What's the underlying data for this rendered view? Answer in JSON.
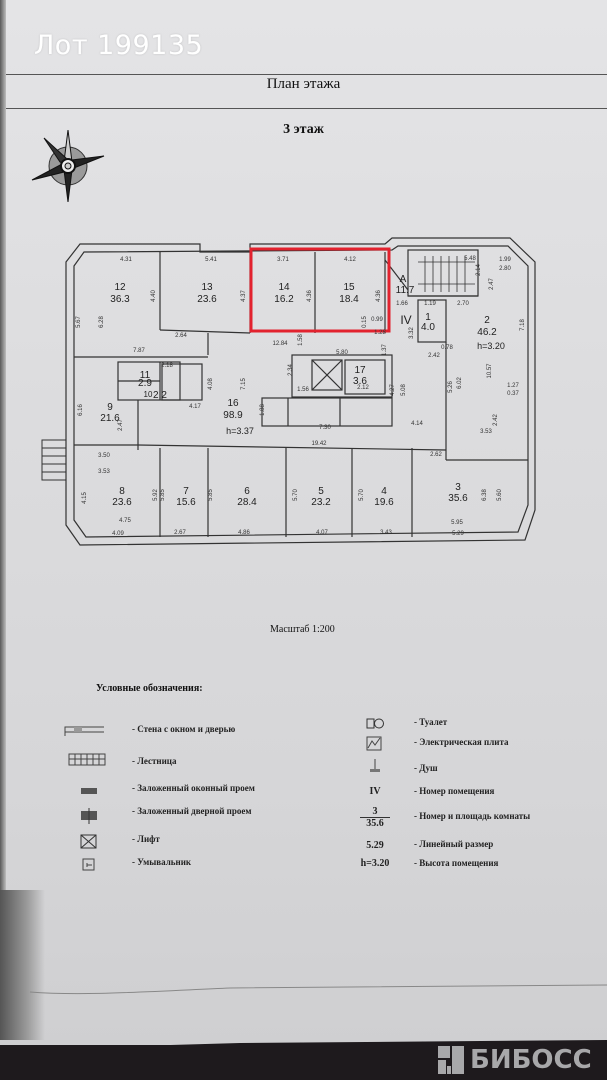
{
  "watermark": "Лот 199135",
  "document": {
    "title": "План этажа",
    "floor": "3 этаж",
    "scale": "Масштаб 1:200"
  },
  "plan": {
    "highlight_color": "#e2222e",
    "rooms": [
      {
        "num": "1",
        "area": "4.0"
      },
      {
        "num": "2",
        "area": "46.2"
      },
      {
        "num": "3",
        "area": "35.6"
      },
      {
        "num": "4",
        "area": "19.6"
      },
      {
        "num": "5",
        "area": "23.2"
      },
      {
        "num": "6",
        "area": "28.4"
      },
      {
        "num": "7",
        "area": "15.6"
      },
      {
        "num": "8",
        "area": "23.6"
      },
      {
        "num": "9",
        "area": "21.6"
      },
      {
        "num": "10",
        "area": "2.2"
      },
      {
        "num": "11",
        "area": "2.9"
      },
      {
        "num": "12",
        "area": "36.3"
      },
      {
        "num": "13",
        "area": "23.6"
      },
      {
        "num": "14",
        "area": "16.2"
      },
      {
        "num": "15",
        "area": "18.4"
      },
      {
        "num": "16",
        "area": "98.9"
      },
      {
        "num": "17",
        "area": "3.6"
      },
      {
        "num": "А",
        "area": "11.7"
      }
    ],
    "premise_number": "IV",
    "heights": {
      "room2": "h=3.20",
      "room16": "h=3.37"
    },
    "dimensions": {
      "d431": "4.31",
      "d541": "5.41",
      "d371": "3.71",
      "d412": "4.12",
      "d548": "5.48",
      "d199": "1.99",
      "d280": "2.80",
      "d440": "4.40",
      "d437": "4.37",
      "d436": "4.36",
      "d436b": "4.36",
      "d567": "5.67",
      "d628": "6.28",
      "d264": "2.64",
      "d787": "7.87",
      "d1284": "12.84",
      "d158": "1.58",
      "d580": "5.80",
      "d099": "0.99",
      "d015": "0.15",
      "d128": "1.28",
      "d137": "1.37",
      "d166": "1.66",
      "d119": "1.19",
      "d270": "2.70",
      "d247": "2.47",
      "d214": "2.14",
      "d718": "7.18",
      "d332": "3.32",
      "d242": "2.42",
      "d078": "0.78",
      "d1057": "10.57",
      "d602": "6.02",
      "d127": "1.27",
      "d037": "0.37",
      "d242b": "2.42",
      "d353": "3.53",
      "d414": "4.14",
      "d262": "2.62",
      "d1942": "19.42",
      "d730": "7.30",
      "d408": "4.08",
      "d715": "7.15",
      "d417": "4.17",
      "d218": "2.18",
      "d337": "3.37",
      "d616": "6.16",
      "d350": "3.50",
      "d353b": "3.53",
      "d415": "4.15",
      "d475": "4.75",
      "d409": "4.09",
      "d267": "2.67",
      "d486": "4.86",
      "d407": "4.07",
      "d343": "3.43",
      "d595": "5.95",
      "d529": "5.29",
      "d585": "5.85",
      "d570": "5.70",
      "d570b": "5.70",
      "d638": "6.38",
      "d560": "5.60",
      "d592": "5.92",
      "d212": "2.12",
      "d156": "1.56",
      "d234": "2.34",
      "d188": "1.88",
      "d427": "4.27",
      "d508": "5.08",
      "d526": "5.26"
    }
  },
  "legend": {
    "title": "Условные обозначения:",
    "left": [
      {
        "icon": "wall-window-door-icon",
        "label": "- Стена с окном и дверью"
      },
      {
        "icon": "stairs-icon",
        "label": "- Лестница"
      },
      {
        "icon": "blocked-window-icon",
        "label": "- Заложенный оконный проем"
      },
      {
        "icon": "blocked-door-icon",
        "label": "- Заложенный дверной проем"
      },
      {
        "icon": "elevator-icon",
        "label": "- Лифт"
      },
      {
        "icon": "washbasin-icon",
        "label": "- Умывальник"
      }
    ],
    "right": [
      {
        "icon": "toilet-icon",
        "label": "- Туалет"
      },
      {
        "icon": "electric-stove-icon",
        "label": "- Электрическая плита"
      },
      {
        "icon": "shower-icon",
        "label": "- Душ"
      },
      {
        "symbol": "IV",
        "label": "- Номер помещения"
      },
      {
        "symbol_num": "3",
        "symbol_area": "35.6",
        "label": "- Номер и площадь комнаты"
      },
      {
        "symbol": "5.29",
        "label": "- Линейный размер"
      },
      {
        "symbol": "h=3.20",
        "label": "- Высота помещения"
      }
    ]
  },
  "brand": {
    "name": "БИБОСС",
    "color": "#a8a8aa"
  }
}
